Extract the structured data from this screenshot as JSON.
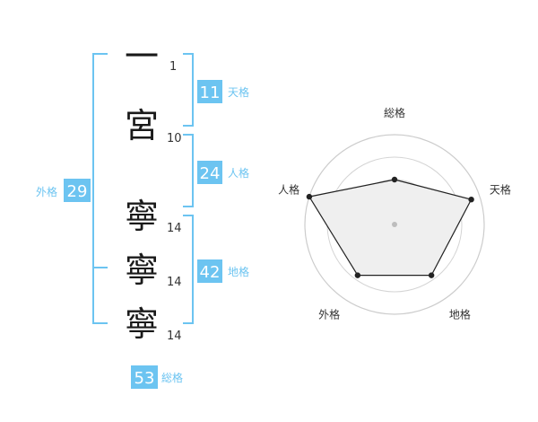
{
  "name": {
    "characters": [
      {
        "char": "一",
        "strokes": "1"
      },
      {
        "char": "宮",
        "strokes": "10"
      },
      {
        "char": "寧",
        "strokes": "14"
      },
      {
        "char": "寧",
        "strokes": "14"
      },
      {
        "char": "寧",
        "strokes": "14"
      }
    ]
  },
  "fortunes": {
    "tenkaku": {
      "value": "11",
      "label": "天格"
    },
    "jinkaku": {
      "value": "24",
      "label": "人格"
    },
    "chikaku": {
      "value": "42",
      "label": "地格"
    },
    "gaikaku": {
      "value": "29",
      "label": "外格"
    },
    "soukaku": {
      "value": "53",
      "label": "総格"
    }
  },
  "colors": {
    "accent": "#6cc4f1",
    "text": "#1a1a1a"
  },
  "chart_data": {
    "type": "radar",
    "axes": [
      "総格",
      "天格",
      "地格",
      "外格",
      "人格"
    ],
    "values": [
      0.5,
      0.9,
      0.7,
      0.7,
      1.0
    ],
    "rings": 4
  }
}
